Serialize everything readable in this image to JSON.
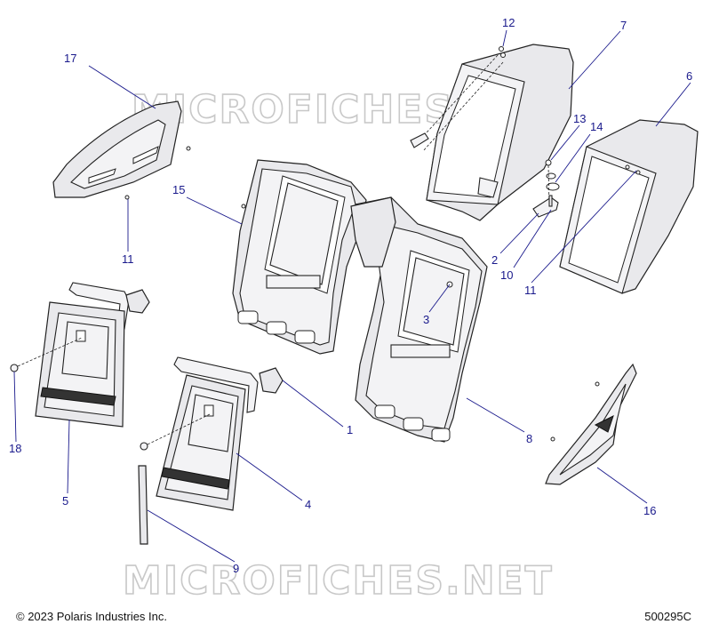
{
  "watermark": "MICROFICHES.NET",
  "footer": {
    "copyright": "© 2023 Polaris Industries Inc.",
    "drawing_id": "500295C"
  },
  "callouts": {
    "c1": "1",
    "c2": "2",
    "c3": "3",
    "c4": "4",
    "c5": "5",
    "c6": "6",
    "c7": "7",
    "c8": "8",
    "c9": "9",
    "c10": "10",
    "c11a": "11",
    "c11b": "11",
    "c12": "12",
    "c13": "13",
    "c14": "14",
    "c15": "15",
    "c16": "16",
    "c17": "17",
    "c18": "18"
  },
  "colors": {
    "callout": "#1a1a8c",
    "watermark": "#c8c8c8"
  }
}
